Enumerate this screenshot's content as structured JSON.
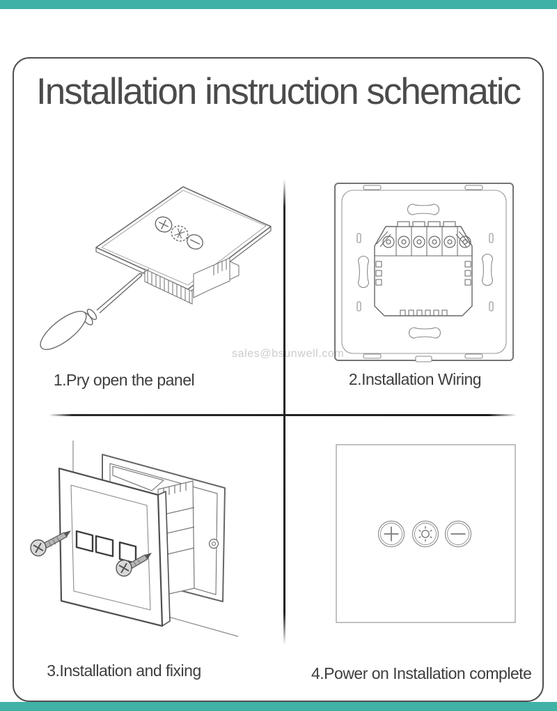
{
  "header": {
    "title": "Installation instruction schematic"
  },
  "watermark": "sales@bsunwell.com",
  "accent": {
    "bar_color": "#3fb2a5"
  },
  "steps": [
    {
      "caption": "1.Pry open the panel"
    },
    {
      "caption": "2.Installation Wiring"
    },
    {
      "caption": "3.Installation and fixing"
    },
    {
      "caption": "4.Power on Installation complete"
    }
  ],
  "panel_buttons": {
    "plus_icon": "+",
    "dimmer_icon": "☼",
    "minus_icon": "−"
  }
}
